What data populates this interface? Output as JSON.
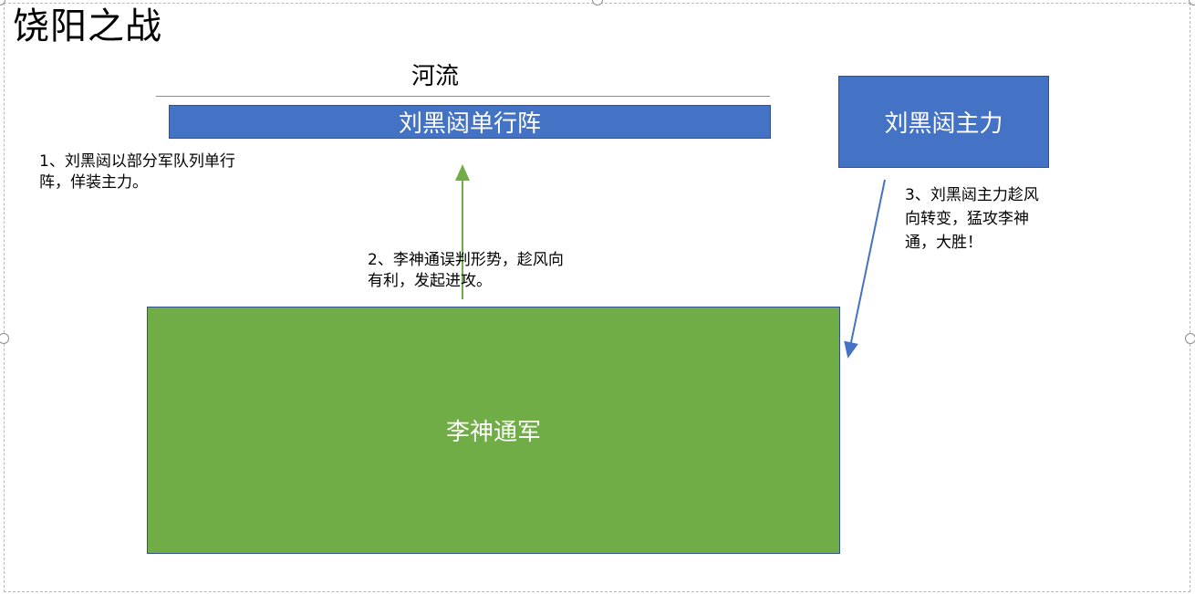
{
  "title": "饶阳之战",
  "river": {
    "label": "河流"
  },
  "boxes": {
    "single_line": "刘黑闼单行阵",
    "main_force": "刘黑闼主力",
    "li_army": "李神通军"
  },
  "notes": {
    "note1": "1、刘黑闼以部分军队列单行阵，佯装主力。",
    "note2": "2、李神通误判形势，趁风向有利，发起进攻。",
    "note3": "3、刘黑闼主力趁风向转变，猛攻李神通，大胜！"
  },
  "colors": {
    "blue_box": "#4472c4",
    "green_box": "#70ad47",
    "green_arrow": "#70ad47",
    "blue_arrow": "#4472c4"
  }
}
